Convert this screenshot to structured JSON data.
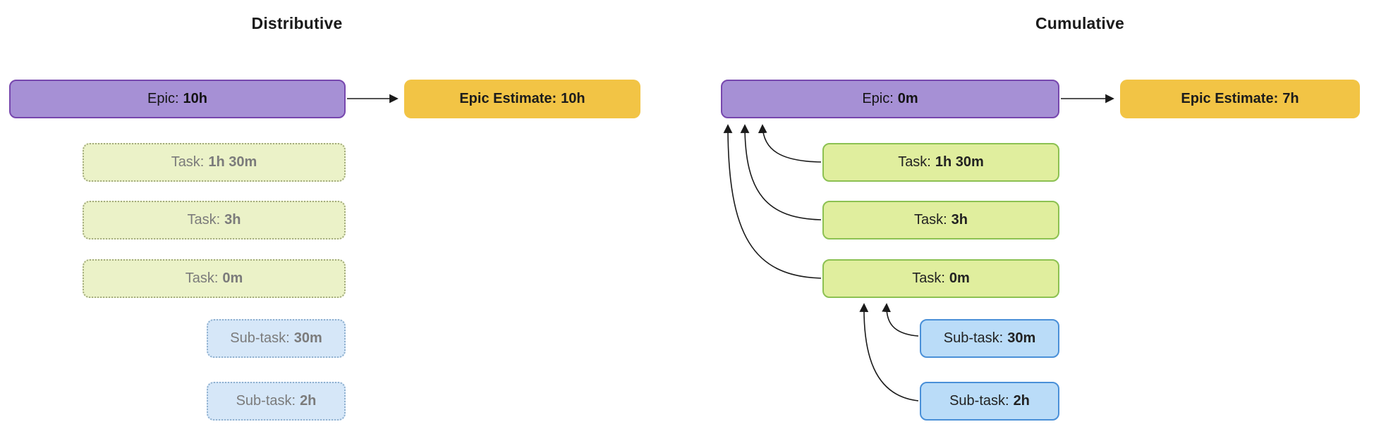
{
  "colors": {
    "epic_fill": "#a690d5",
    "epic_border": "#7747ae",
    "estimate_fill": "#f2c445",
    "task_fill": "#e0ee9e",
    "task_border": "#8cc152",
    "subtask_fill": "#badcf8",
    "subtask_border": "#4a90d8",
    "ghost_task_fill": "#ebf2c8",
    "ghost_task_border": "#a3ab7d",
    "ghost_subtask_fill": "#d6e7f8",
    "ghost_subtask_border": "#8fb0cf",
    "ghost_text": "#7b7b7b",
    "arrow": "#1a1a1a"
  },
  "distributive": {
    "title": "Distributive",
    "epic": {
      "label": "Epic:",
      "value": "10h"
    },
    "estimate": {
      "label": "Epic Estimate:",
      "value": "10h"
    },
    "tasks": [
      {
        "label": "Task:",
        "value": "1h 30m"
      },
      {
        "label": "Task:",
        "value": "3h"
      },
      {
        "label": "Task:",
        "value": "0m"
      }
    ],
    "subtasks": [
      {
        "label": "Sub-task:",
        "value": "30m"
      },
      {
        "label": "Sub-task:",
        "value": "2h"
      }
    ]
  },
  "cumulative": {
    "title": "Cumulative",
    "epic": {
      "label": "Epic:",
      "value": "0m"
    },
    "estimate": {
      "label": "Epic Estimate:",
      "value": "7h"
    },
    "tasks": [
      {
        "label": "Task:",
        "value": "1h 30m"
      },
      {
        "label": "Task:",
        "value": "3h"
      },
      {
        "label": "Task:",
        "value": "0m"
      }
    ],
    "subtasks": [
      {
        "label": "Sub-task:",
        "value": "30m"
      },
      {
        "label": "Sub-task:",
        "value": "2h"
      }
    ]
  }
}
